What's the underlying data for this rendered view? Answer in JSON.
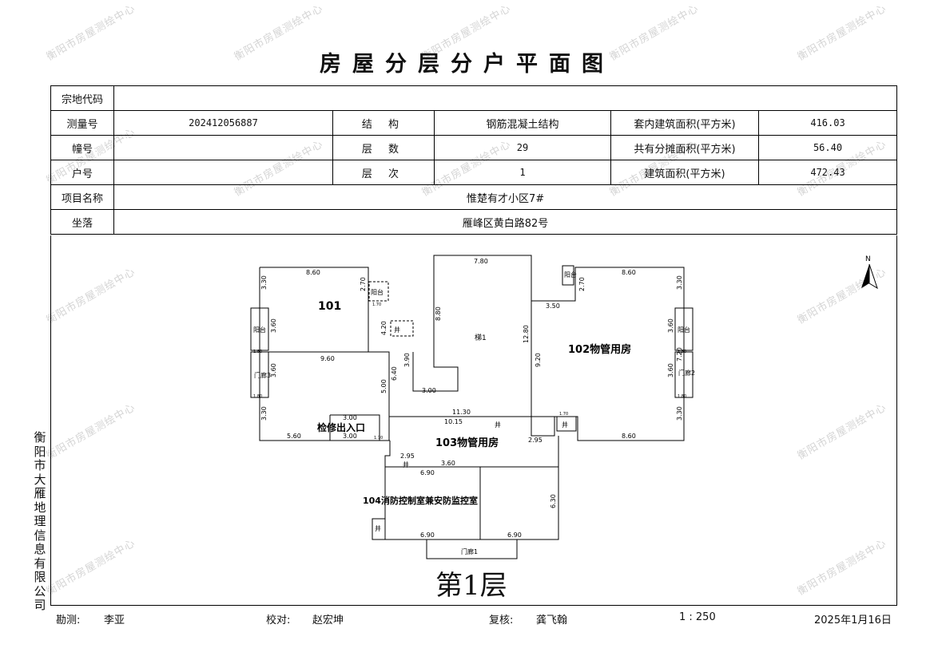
{
  "watermark": "衡阳市房屋测绘中心",
  "title": "房屋分层分户平面图",
  "table": {
    "zongdi_label": "宗地代码",
    "zongdi_value": "",
    "survey_no_label": "测量号",
    "survey_no_value": "202412056887",
    "structure_label": "结 构",
    "structure_value": "钢筋混凝土结构",
    "inner_area_label": "套内建筑面积(平方米)",
    "inner_area_value": "416.03",
    "building_no_label": "幢号",
    "building_no_value": "",
    "floors_label": "层 数",
    "floors_value": "29",
    "shared_area_label": "共有分摊面积(平方米)",
    "shared_area_value": "56.40",
    "unit_no_label": "户号",
    "unit_no_value": "",
    "floor_no_label": "层 次",
    "floor_no_value": "1",
    "building_area_label": "建筑面积(平方米)",
    "building_area_value": "472.43",
    "project_label": "项目名称",
    "project_value": "惟楚有才小区7#",
    "location_label": "坐落",
    "location_value": "雁峰区黄白路82号"
  },
  "plan": {
    "north": "N",
    "rooms": [
      "101",
      "102物管用房",
      "103物管用房",
      "104消防控制室兼安防监控室",
      "检修出入口",
      "梯1",
      "门廊1",
      "门廊2",
      "门廊3"
    ],
    "balcony_labels": [
      "阳台",
      "阳台",
      "阳台",
      "阳台",
      "井",
      "井",
      "井",
      "井",
      "井"
    ],
    "dims": [
      "8.60",
      "7.80",
      "8.60",
      "3.30",
      "2.70",
      "2.70",
      "3.30",
      "3.60",
      "3.60",
      "3.60",
      "3.60",
      "9.60",
      "4.20",
      "3.90",
      "6.40",
      "5.00",
      "3.00",
      "8.80",
      "12.80",
      "9.20",
      "3.50",
      "7.20",
      "3.30",
      "3.30",
      "11.30",
      "10.15",
      "5.60",
      "3.00",
      "3.00",
      "8.60",
      "2.95",
      "2.95",
      "3.60",
      "6.90",
      "6.90",
      "6.90",
      "6.30",
      "1.70",
      "1.70",
      "1.70",
      "1.80",
      "1.80",
      "1.80",
      "1.80"
    ]
  },
  "floor_label": "第1层",
  "organization": "衡阳市大雁地理信息有限公司",
  "footer": {
    "surveyor_label": "勘测:",
    "surveyor": "李亚",
    "checker_label": "校对:",
    "checker": "赵宏坤",
    "reviewer_label": "复核:",
    "reviewer": "龚飞翰",
    "scale": "1 : 250",
    "date": "2025年1月16日"
  }
}
